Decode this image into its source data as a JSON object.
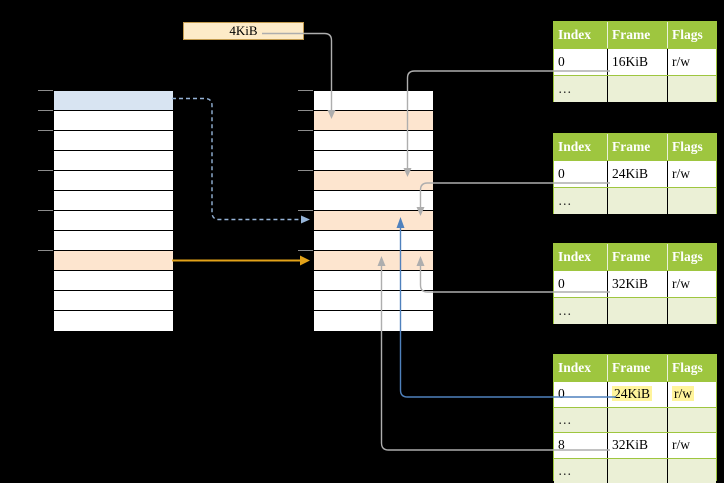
{
  "page_size_label": "4KiB",
  "memory_columns": {
    "virtual": {
      "row_count": 12,
      "highlighted_rows": {
        "1": "row_blue",
        "9": "row_orange"
      }
    },
    "physical": {
      "row_count": 12,
      "highlighted_rows": {
        "2": "row_orange",
        "5": "row_orange",
        "7": "row_orange",
        "9": "row_orange"
      }
    }
  },
  "frame_tables": [
    {
      "headers": [
        "Index",
        "Frame",
        "Flags"
      ],
      "rows": [
        {
          "cells": [
            {
              "text": "0"
            },
            {
              "text": "16KiB"
            },
            {
              "text": "r/w"
            }
          ]
        },
        {
          "dots": true,
          "cells": [
            {
              "text": "…"
            },
            {
              "text": ""
            },
            {
              "text": ""
            }
          ]
        }
      ]
    },
    {
      "headers": [
        "Index",
        "Frame",
        "Flags"
      ],
      "rows": [
        {
          "cells": [
            {
              "text": "0"
            },
            {
              "text": "24KiB"
            },
            {
              "text": "r/w"
            }
          ]
        },
        {
          "dots": true,
          "cells": [
            {
              "text": "…"
            },
            {
              "text": ""
            },
            {
              "text": ""
            }
          ]
        }
      ]
    },
    {
      "headers": [
        "Index",
        "Frame",
        "Flags"
      ],
      "rows": [
        {
          "cells": [
            {
              "text": "0"
            },
            {
              "text": "32KiB"
            },
            {
              "text": "r/w"
            }
          ]
        },
        {
          "dots": true,
          "cells": [
            {
              "text": "…"
            },
            {
              "text": ""
            },
            {
              "text": ""
            }
          ]
        }
      ]
    },
    {
      "headers": [
        "Index",
        "Frame",
        "Flags"
      ],
      "rows": [
        {
          "cells": [
            {
              "text": "0"
            },
            {
              "text": "24KiB",
              "highlight": true
            },
            {
              "text": "r/w",
              "highlight": true
            }
          ]
        },
        {
          "dots": true,
          "cells": [
            {
              "text": "…"
            },
            {
              "text": ""
            },
            {
              "text": ""
            }
          ]
        },
        {
          "cells": [
            {
              "text": "8"
            },
            {
              "text": "32KiB"
            },
            {
              "text": "r/w"
            }
          ]
        },
        {
          "dots": true,
          "cells": [
            {
              "text": "…"
            },
            {
              "text": ""
            },
            {
              "text": ""
            }
          ]
        }
      ]
    }
  ],
  "colors": {
    "row_blue": "#D8E4F2",
    "row_orange": "#FDE5CF",
    "table_header_green": "#9EC63F",
    "ellipsis_row_green": "#EBF0D6",
    "highlight_yellow": "#FFF49C",
    "pagesize_box_fill": "#FDEBC8",
    "pagesize_box_border": "#C49C50",
    "connector_gray": "#AEAEAE",
    "connector_blue": "#4F81BD",
    "connector_blue_dashed": "#95B3D7",
    "connector_orange": "#E2A219",
    "background": "#000000"
  }
}
